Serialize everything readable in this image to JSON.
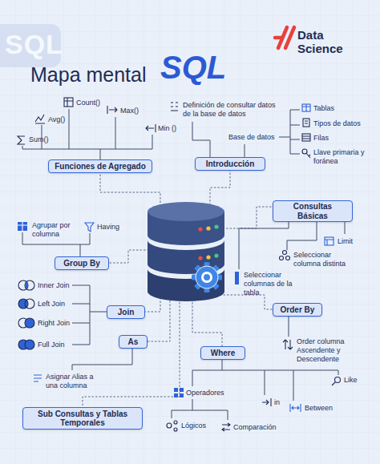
{
  "diagram": {
    "title": "Mapa mental",
    "nodes": [
      {
        "text": [
          "Funciones de Agregado"
        ]
      },
      {
        "text": [
          "Introducción"
        ]
      },
      {
        "text": [
          "Consultas Básicas"
        ]
      },
      {
        "text": [
          "Group By"
        ]
      },
      {
        "text": [
          "Join"
        ]
      },
      {
        "text": [
          "As"
        ]
      },
      {
        "text": [
          "Order By"
        ]
      },
      {
        "text": [
          "Where"
        ]
      },
      {
        "text": [
          "Sub Consultas y Tablas Temporales"
        ]
      }
    ],
    "labels": [
      "SQL",
      "SQL",
      "Data Science",
      "Count()",
      "Max()",
      "Avg()",
      "Min ()",
      "Sum()",
      "Definición de consultar datos de la base de datos",
      "Base de datos",
      "Tablas",
      "Tipos de datos",
      "Filas",
      "Llave primaria y foránea",
      "Agrupar por columna",
      "Having",
      "Limit",
      "Seleccionar columna distinta",
      "Seleccionar columnas de la tabla",
      "Inner Join",
      "Left Join",
      "Right Join",
      "Full Join",
      "Order columna Ascendente y Descendente",
      "Asignar Alias a una columna",
      "Like",
      "Operadores",
      "in",
      "Between",
      "Lógicos",
      "Comparación"
    ]
  }
}
